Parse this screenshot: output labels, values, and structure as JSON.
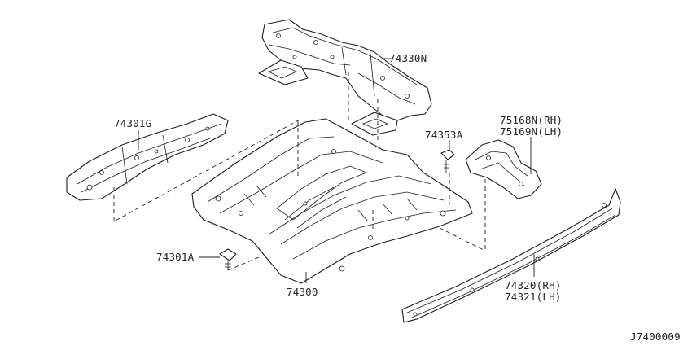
{
  "diagram": {
    "reference_code": "J7400009",
    "callouts": [
      {
        "id": "c1",
        "text": "74330N"
      },
      {
        "id": "c2",
        "text": "74301G"
      },
      {
        "id": "c3",
        "text": "74353A"
      },
      {
        "id": "c4",
        "text": "75168N(RH)"
      },
      {
        "id": "c5",
        "text": "75169N(LH)"
      },
      {
        "id": "c6",
        "text": "74301A"
      },
      {
        "id": "c7",
        "text": "74300"
      },
      {
        "id": "c8",
        "text": "74320(RH)"
      },
      {
        "id": "c9",
        "text": "74321(LH)"
      }
    ]
  }
}
